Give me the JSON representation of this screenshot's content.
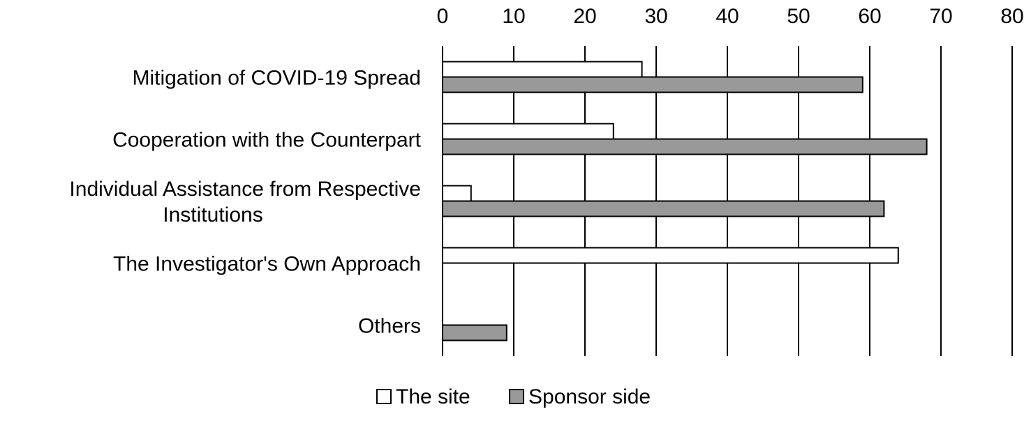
{
  "chart_data": {
    "type": "bar",
    "orientation": "horizontal",
    "x_axis_position": "top",
    "xlim": [
      0,
      80
    ],
    "xticks": [
      0,
      10,
      20,
      30,
      40,
      50,
      60,
      70,
      80
    ],
    "grid": true,
    "categories": [
      [
        "Mitigation of COVID-19 Spread"
      ],
      [
        "Cooperation with the Counterpart"
      ],
      [
        "Individual Assistance from Respective",
        "Institutions"
      ],
      [
        "The Investigator's Own Approach"
      ],
      [
        "Others"
      ]
    ],
    "series": [
      {
        "name": "The site",
        "color": "#ffffff",
        "values": [
          28,
          24,
          4,
          64,
          0
        ]
      },
      {
        "name": "Sponsor side",
        "color": "#999999",
        "values": [
          59,
          68,
          62,
          0,
          9
        ]
      }
    ],
    "legend": {
      "placement": "bottom-center",
      "marker": "□"
    },
    "title": "",
    "xlabel": "",
    "ylabel": ""
  }
}
